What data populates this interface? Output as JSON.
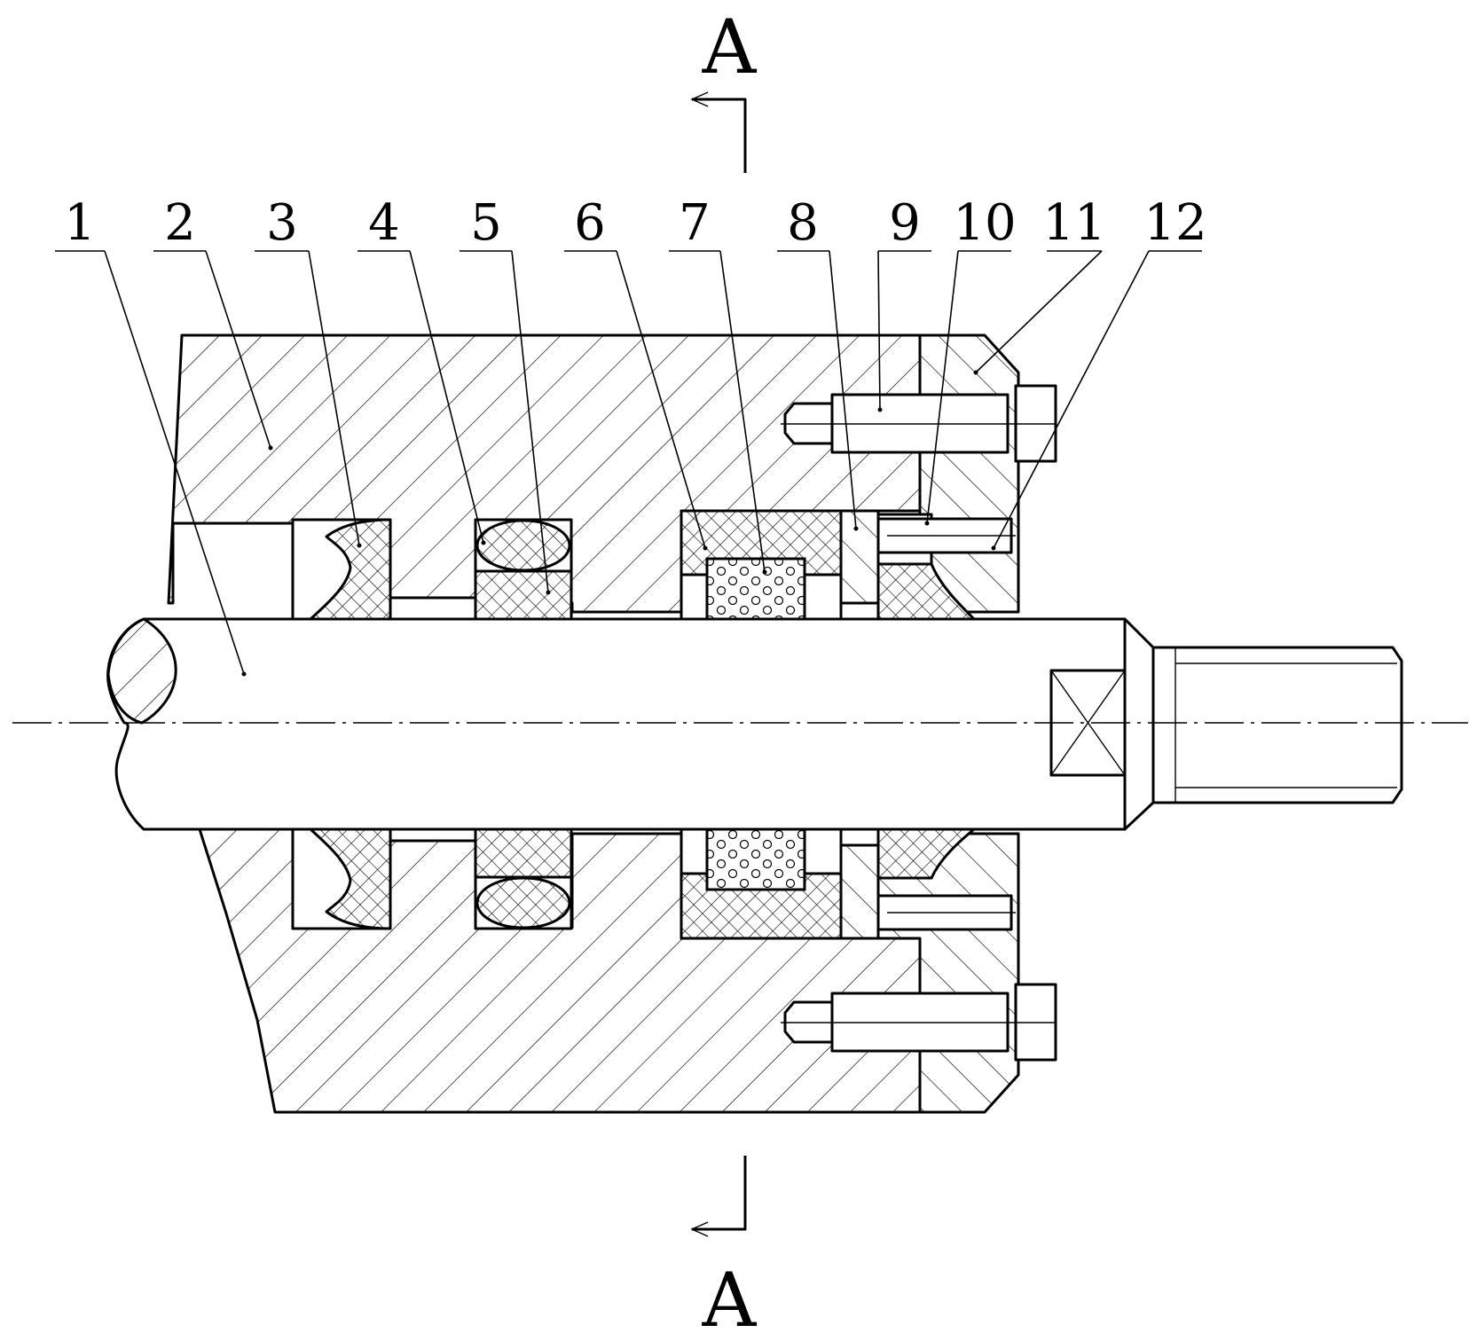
{
  "section_marks": {
    "top": "A",
    "bottom": "A"
  },
  "part_labels": [
    "1",
    "2",
    "3",
    "4",
    "5",
    "6",
    "7",
    "8",
    "9",
    "10",
    "11",
    "12"
  ],
  "colors": {
    "line": "#000000",
    "background": "#ffffff"
  }
}
